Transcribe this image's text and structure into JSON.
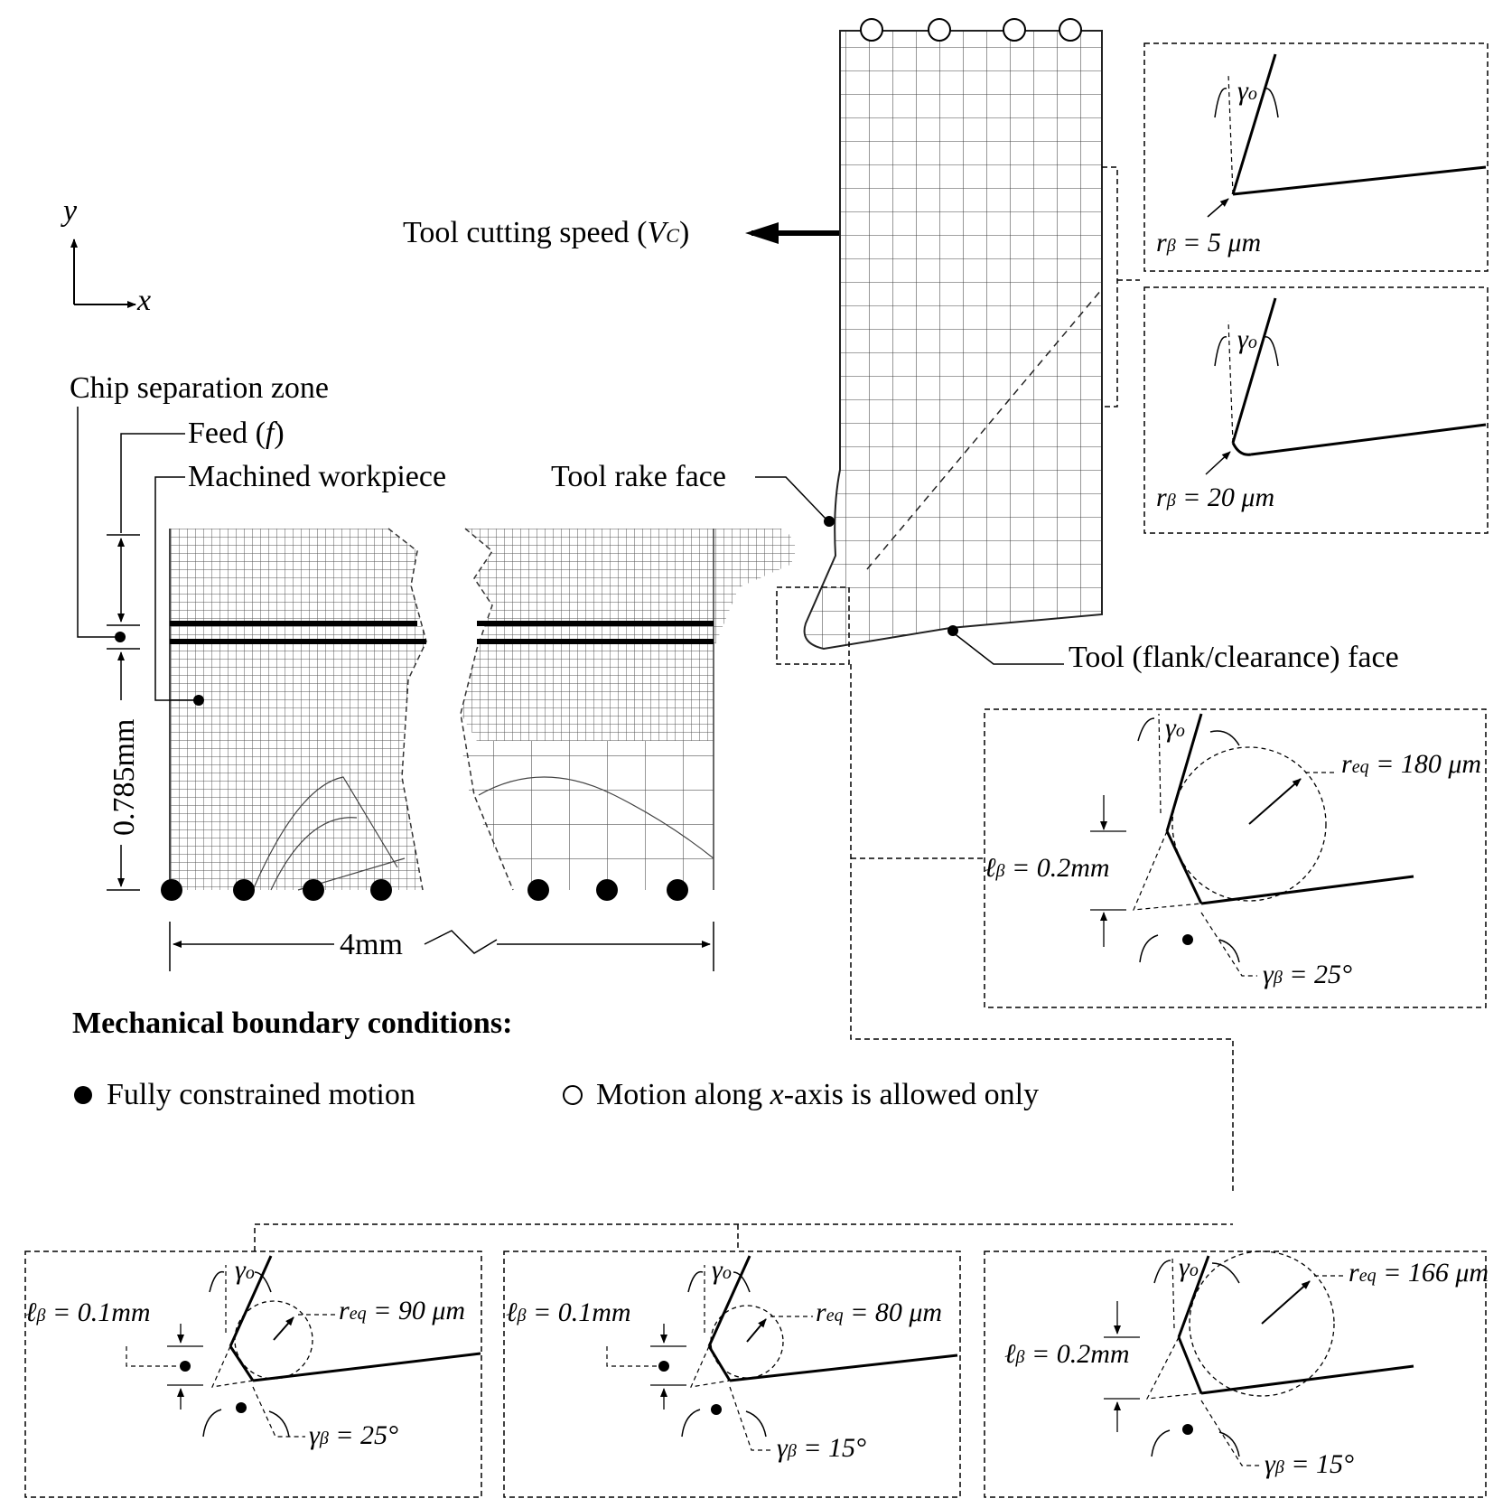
{
  "axes": {
    "y": "y",
    "x": "x"
  },
  "labels": {
    "tool_cutting_speed": "Tool cutting speed (",
    "vc": "V",
    "vc_sub": "C",
    "close_paren": ")",
    "chip_separation_zone": "Chip separation zone",
    "feed": "Feed (",
    "feed_symbol": "f",
    "machined_workpiece": "Machined workpiece",
    "tool_rake_face": "Tool rake face",
    "tool_flank_face": "Tool (flank/clearance) face",
    "thickness": "0.785mm",
    "length": "4mm"
  },
  "legend": {
    "title": "Mechanical boundary conditions:",
    "filled": "Fully constrained motion",
    "hollow_a": "Motion along ",
    "hollow_x": "x",
    "hollow_b": "-axis is allowed only"
  },
  "insets": {
    "gamma_o": "γ",
    "gamma_o_sub": "o",
    "r_beta_5": "r",
    "r_beta_5_val": " = 5 μm",
    "r_beta_20_val": " = 20 μm",
    "chamfer_1": {
      "l": "ℓ",
      "l_val": " = 0.2mm",
      "r_val": " = 180 μm",
      "g_val": " = 25°"
    },
    "chamfer_2": {
      "l_val": " = 0.1mm",
      "r_val": " = 90 μm",
      "g_val": " = 25°"
    },
    "chamfer_3": {
      "l_val": " = 0.1mm",
      "r_val": " = 80 μm",
      "g_val": " = 15°"
    },
    "chamfer_4": {
      "l_val": " = 0.2mm",
      "r_val": " = 166 μm",
      "g_val": " = 15°"
    },
    "sub_beta": "β",
    "sub_eq": "eq",
    "gamma": "γ"
  }
}
